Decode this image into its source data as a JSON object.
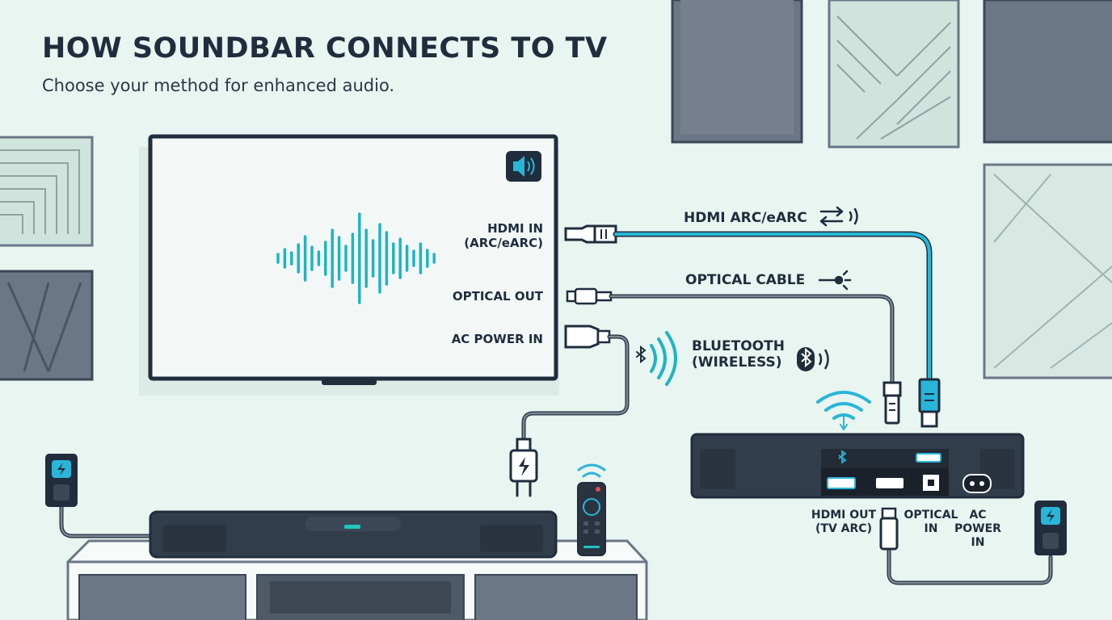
{
  "header": {
    "title": "HOW SOUNDBAR CONNECTS TO TV",
    "subtitle": "Choose your method for enhanced audio."
  },
  "tv": {
    "ports": {
      "hdmi_in": "HDMI IN\n(ARC/eARC)",
      "optical_out": "OPTICAL OUT",
      "ac_power_in": "AC POWER IN"
    }
  },
  "connections": {
    "hdmi": "HDMI ARC/eARC",
    "optical": "OPTICAL CABLE",
    "bluetooth": "BLUETOOTH\n(WIRELESS)"
  },
  "soundbar": {
    "ports": {
      "hdmi_out": "HDMI OUT\n(TV ARC)",
      "optical_in": "OPTICAL\nIN",
      "ac_power_in": "AC\nPOWER\nIN"
    }
  },
  "colors": {
    "hdmi_cable": "#29b5d8",
    "accent": "#1fc7c0",
    "outline": "#1f2d3d",
    "screen": "#f3f8f6"
  }
}
